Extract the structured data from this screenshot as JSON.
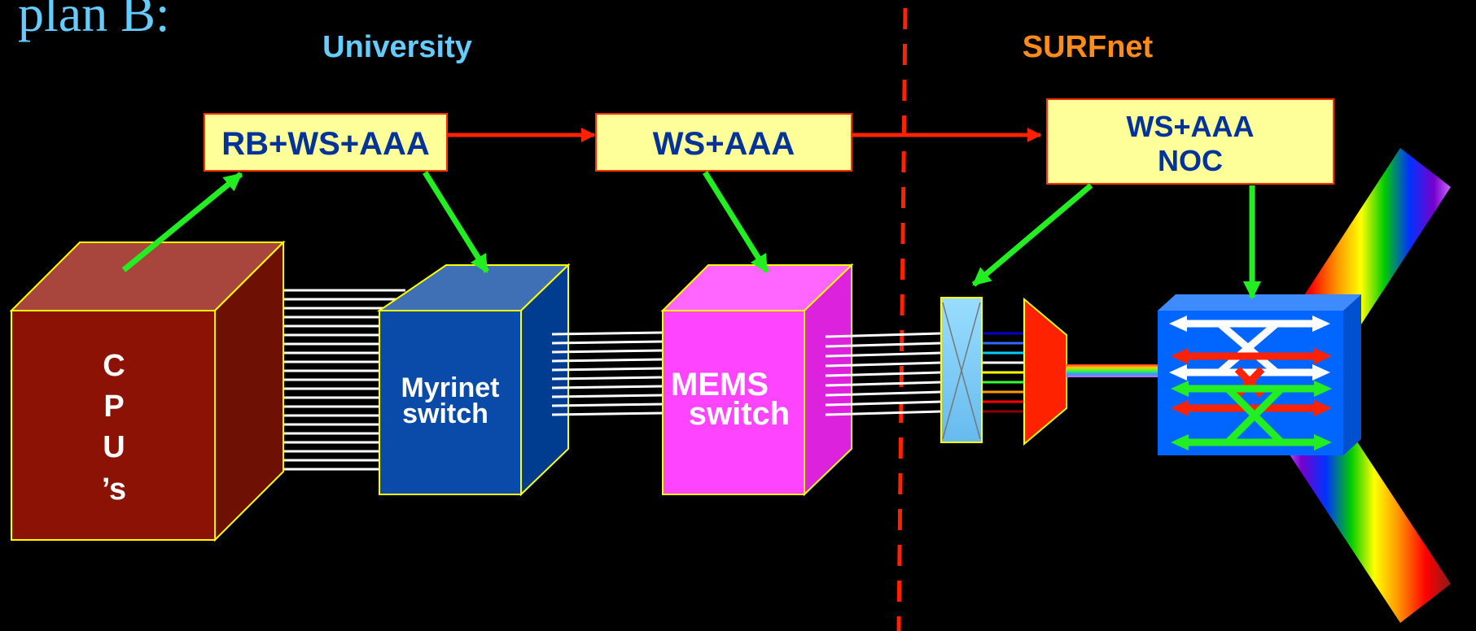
{
  "slide": {
    "title_fragment": "plan B:"
  },
  "regions": {
    "left": {
      "label": "University",
      "color": "#66CCFF"
    },
    "right": {
      "label": "SURFnet",
      "color": "#FF8C1A"
    }
  },
  "boxes": {
    "rb": {
      "label": "RB+WS+AAA"
    },
    "ws": {
      "label": "WS+AAA"
    },
    "noc": {
      "line1": "WS+AAA",
      "line2": "NOC"
    }
  },
  "cubes": {
    "cpu": {
      "letters": [
        "C",
        "P",
        "U",
        "’s"
      ]
    },
    "myrinet": {
      "line1": "Myrinet",
      "line2": "switch"
    },
    "mems": {
      "line1": "MEMS",
      "line2": "switch"
    }
  },
  "colors": {
    "box_fill": "#FFFF99",
    "box_border": "#FF3300",
    "box_text": "#003399",
    "arrow_red": "#FF2200",
    "arrow_green": "#22EE22",
    "divider": "#FF2200",
    "cpu_front": "#8B1205",
    "cpu_top": "#A8453C",
    "cpu_side": "#6E1004",
    "myrinet_front": "#0A4AA8",
    "myrinet_top": "#3F6FB5",
    "myrinet_side": "#003C8F",
    "mems_front": "#FF44FF",
    "mems_top": "#FF66FF",
    "mems_side": "#DD22DD",
    "oxc_front": "#0066FF",
    "oxc_top": "#3D8BFF",
    "oxc_side": "#0050D0"
  },
  "icons": [
    "mux-icon",
    "demux-icon",
    "oxc-switch-icon",
    "rainbow-fiber-icon"
  ]
}
